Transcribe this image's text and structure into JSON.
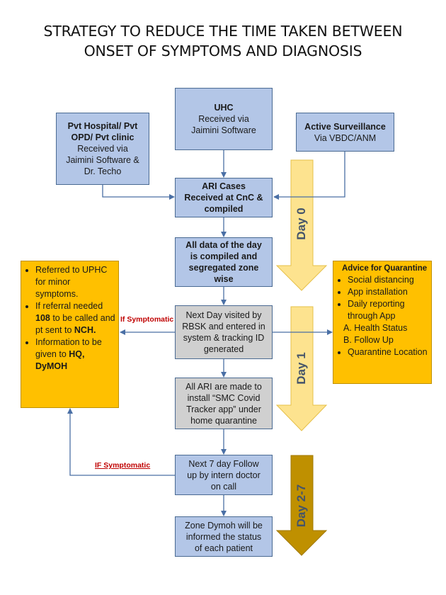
{
  "title": {
    "line1": "STRATEGY TO REDUCE THE TIME TAKEN BETWEEN",
    "line2": "ONSET OF SYMPTOMS AND DIAGNOSIS"
  },
  "uhc": {
    "head": "UHC",
    "l1": "Received via",
    "l2": "Jaimini Software"
  },
  "pvt": {
    "head1": "Pvt Hospital/ Pvt",
    "head2": "OPD/ Pvt clinic",
    "l1": "Received via",
    "l2": "Jaimini Software &",
    "l3": "Dr. Techo"
  },
  "active": {
    "head": "Active Surveillance",
    "l1": "Via VBDC/ANM"
  },
  "ari": {
    "l1": "ARI Cases",
    "l2": "Received at CnC &",
    "l3": "compiled"
  },
  "alldata": {
    "l1": "All data of the day",
    "l2": "is compiled and",
    "l3": "segregated zone",
    "l4": "wise"
  },
  "nextday": {
    "l1": "Next Day visited by",
    "l2": "RBSK and entered in",
    "l3": "system & tracking ID",
    "l4": "generated"
  },
  "install": {
    "l1": "All ARI are made to",
    "l2": "install “SMC Covid",
    "l3": "Tracker app” under",
    "l4": "home quarantine"
  },
  "followup": {
    "l1": "Next 7 day Follow",
    "l2": "up by intern doctor",
    "l3": "on call"
  },
  "zone": {
    "l1": "Zone Dymoh will be",
    "l2": "informed the status",
    "l3": "of each patient"
  },
  "referral": {
    "b1": "Referred to UPHC for minor symptoms.",
    "b2_a": "If referral needed ",
    "b2_bold1": "108",
    "b2_b": " to be called and pt sent to ",
    "b2_bold2": "NCH.",
    "b3_a": "Information to be given to ",
    "b3_bold": "HQ, DyMOH"
  },
  "quarantine": {
    "head": "Advice for Quarantine",
    "i1": "Social distancing",
    "i2": "App installation",
    "i3": "Daily reporting through App",
    "sa": "A. Health Status",
    "sb": "B. Follow Up",
    "i4": "Quarantine Location"
  },
  "labels": {
    "if_symptomatic_1": "If Symptomatic",
    "if_symptomatic_2": "IF Symptomatic"
  },
  "days": {
    "d0": "Day 0",
    "d1": "Day 1",
    "d27": "Day 2-7"
  },
  "colors": {
    "box_blue": "#b3c6e7",
    "box_gray": "#d0d0d0",
    "box_orange": "#ffc000",
    "arrow_light": "#fde38f",
    "arrow_dark": "#bf9000",
    "connector": "#4a6fa5",
    "label_red": "#c00000"
  }
}
